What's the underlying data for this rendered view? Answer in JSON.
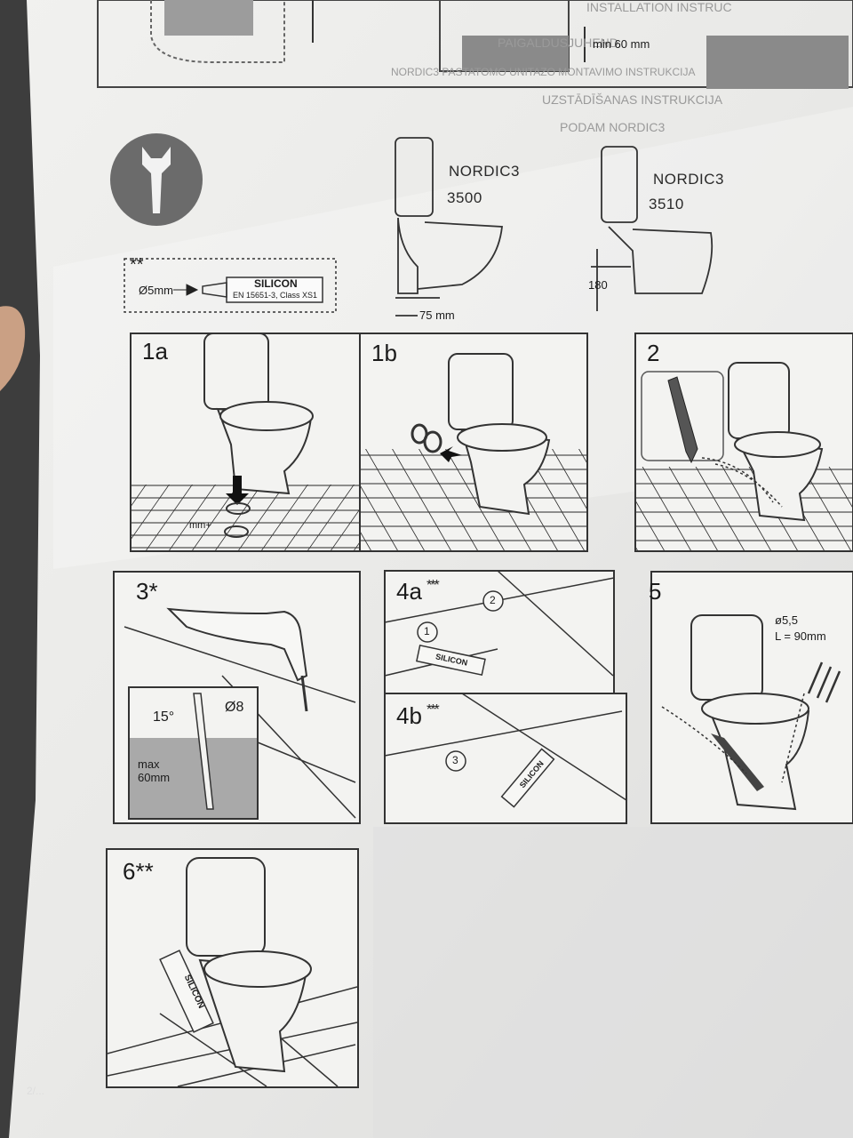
{
  "document": {
    "header": {
      "lines": [
        "INSTALLATION INSTRUC",
        "PAIGALDUSJUHEND",
        "NORDIC3 PASTATOMO UNITAZO MONTAVIMO INSTRUKCIJA",
        "UZSTĀDĪŠANAS INSTRUKCIJA",
        "PODAM NORDIC3"
      ],
      "min_label": "min 60 mm"
    },
    "tools": {
      "icon": "wrench-icon",
      "stars": "**",
      "diameter": "Ø5mm",
      "cartridge_label": "SILICON",
      "cartridge_spec": "EN 15651-3, Class XS1"
    },
    "models": [
      {
        "name": "NORDIC3",
        "code": "3500",
        "dimension": "75 mm"
      },
      {
        "name": "NORDIC3",
        "code": "3510",
        "dimension": "180"
      }
    ],
    "steps": [
      {
        "id": "1a",
        "label": "1a",
        "note": "mm+"
      },
      {
        "id": "1b",
        "label": "1b"
      },
      {
        "id": "2",
        "label": "2"
      },
      {
        "id": "3",
        "label": "3*",
        "angle": "15°",
        "diameter": "Ø8",
        "depth": "max 60mm"
      },
      {
        "id": "4a",
        "label": "4a",
        "stars": "***",
        "callouts": [
          "1",
          "2"
        ],
        "tube": "SILICON"
      },
      {
        "id": "4b",
        "label": "4b",
        "stars": "***",
        "callouts": [
          "3"
        ],
        "tube": "SILICON"
      },
      {
        "id": "5",
        "label": "5",
        "screw_diameter": "ø5,5",
        "screw_length": "L = 90mm"
      },
      {
        "id": "6",
        "label": "6**",
        "tube": "SILICON"
      }
    ],
    "page_number": "2/..."
  }
}
